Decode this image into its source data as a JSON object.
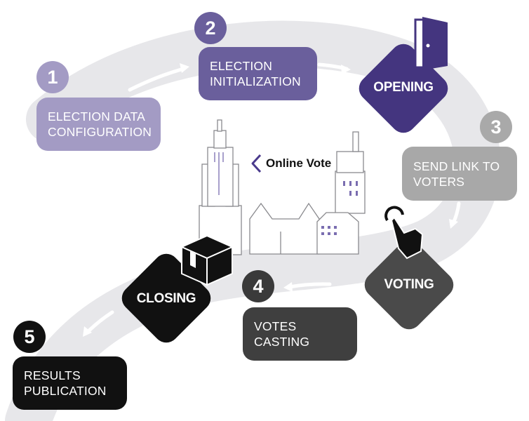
{
  "logo": {
    "text": "Online Vote"
  },
  "steps": [
    {
      "number": "1",
      "label_line1": "ELECTION DATA",
      "label_line2": "CONFIGURATION",
      "color": "#a39bc4"
    },
    {
      "number": "2",
      "label_line1": "ELECTION",
      "label_line2": "INITIALIZATION",
      "color": "#6a5f9c"
    },
    {
      "number": "3",
      "label_line1": "SEND LINK TO",
      "label_line2": "VOTERS",
      "color": "#a8a8a8"
    },
    {
      "number": "4",
      "label_line1": "VOTES",
      "label_line2": "CASTING",
      "color": "#3f3f3f"
    },
    {
      "number": "5",
      "label_line1": "RESULTS",
      "label_line2": "PUBLICATION",
      "color": "#111111"
    }
  ],
  "phases": [
    {
      "label": "OPENING",
      "icon": "door-icon",
      "color": "#44357f"
    },
    {
      "label": "VOTING",
      "icon": "hand-pointer-icon",
      "color": "#4a4a4a"
    },
    {
      "label": "CLOSING",
      "icon": "box-icon",
      "color": "#111111"
    }
  ]
}
